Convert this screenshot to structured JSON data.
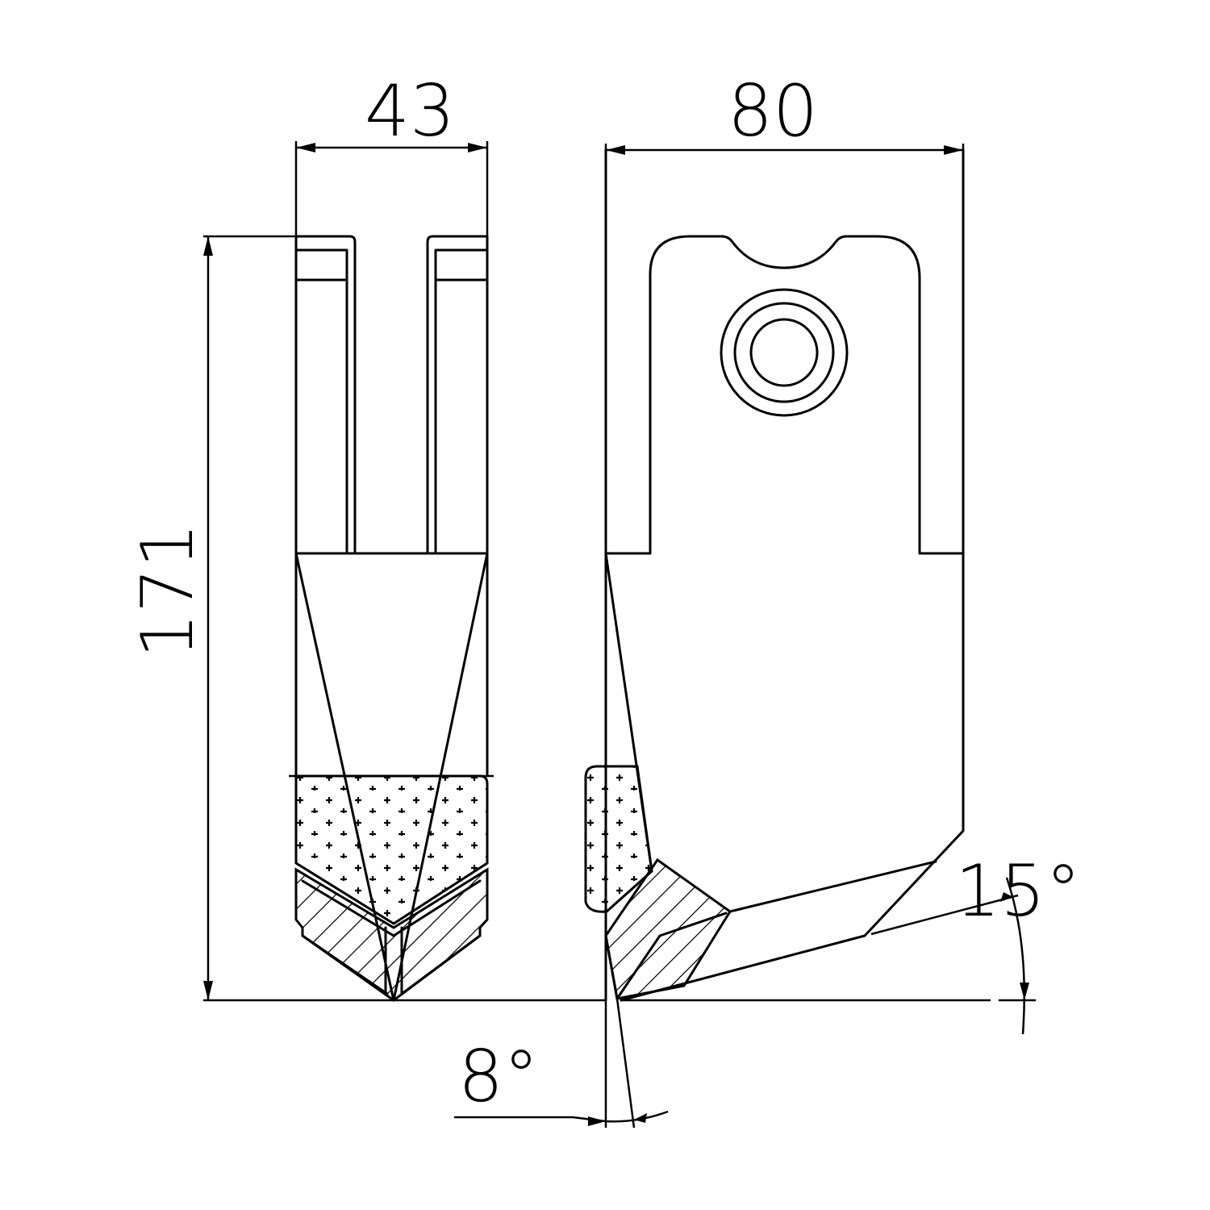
{
  "drawing": {
    "dimensions": {
      "front_width": "43",
      "side_width": "80",
      "height": "171",
      "tip_angle": "8°",
      "face_angle": "15°"
    },
    "colors": {
      "line": "#000000",
      "background": "#ffffff"
    }
  }
}
